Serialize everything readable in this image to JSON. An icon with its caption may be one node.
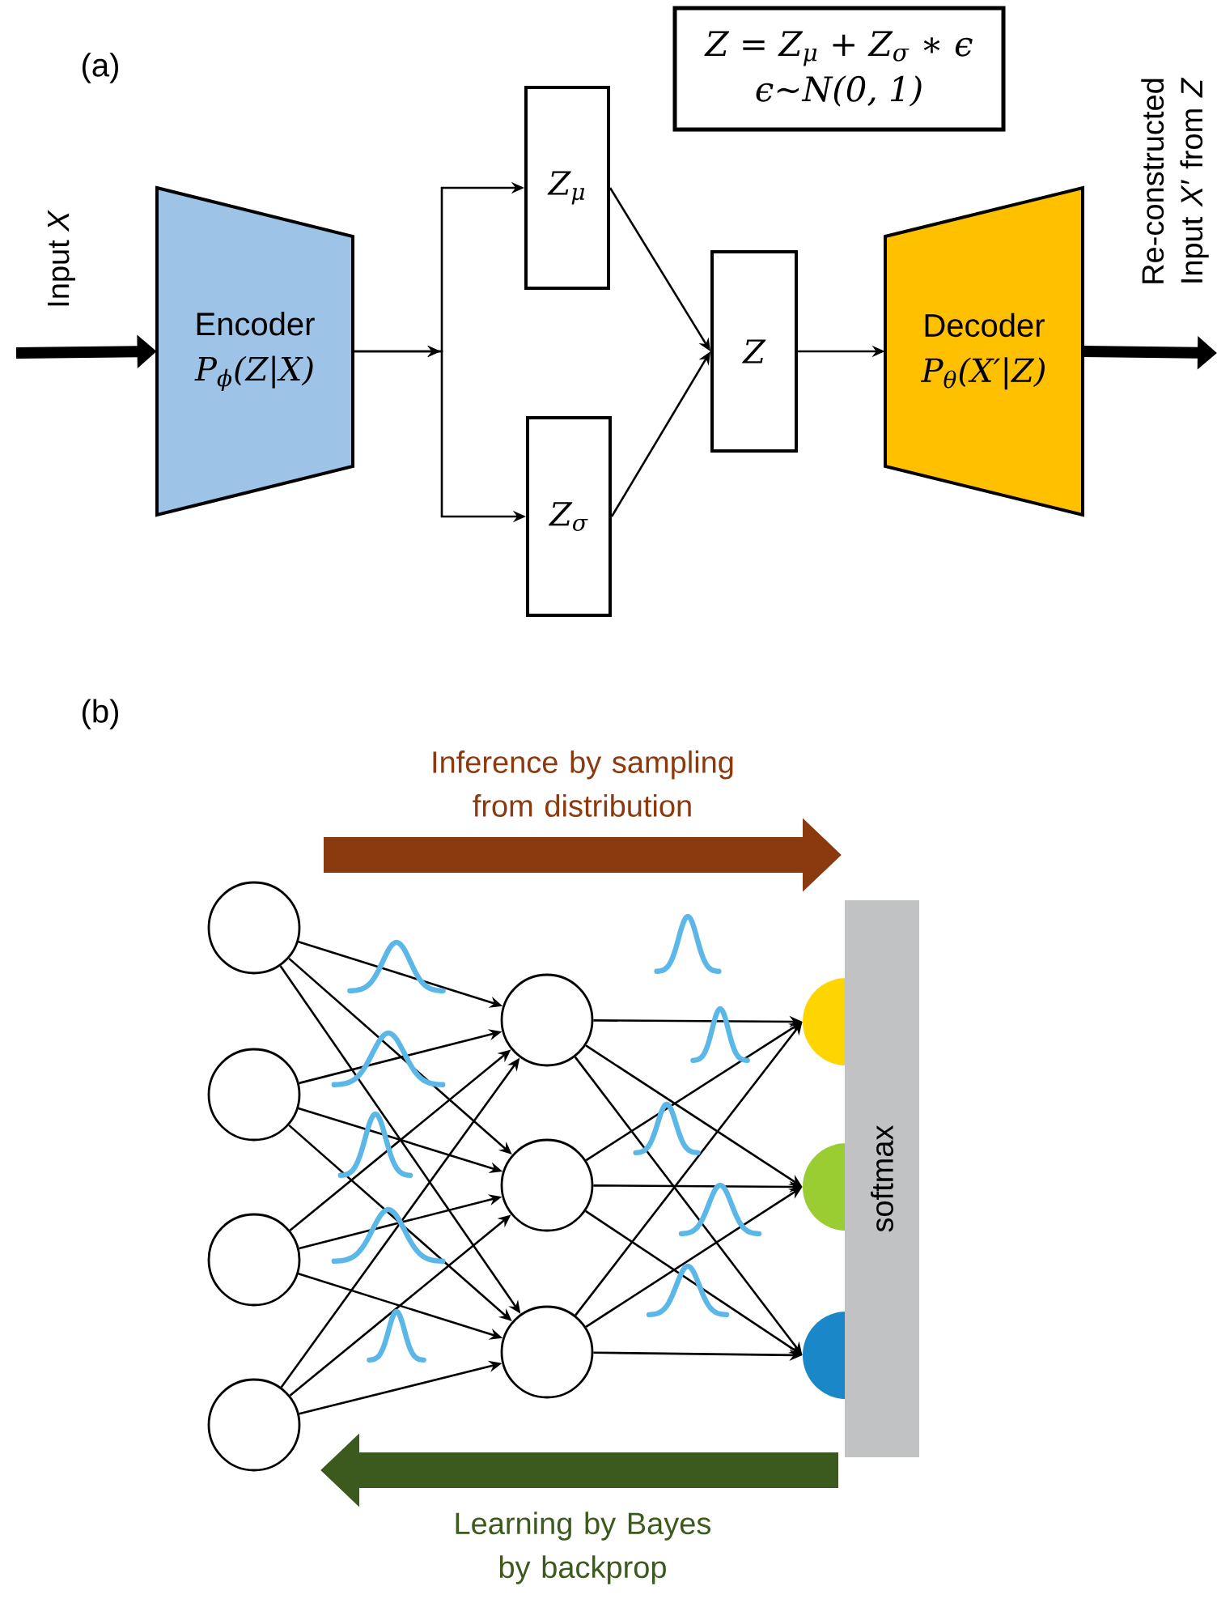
{
  "diagram": {
    "nodes": [
      {
        "text": [
          "Encoder",
          "P$_{ϕ}$(Z|X)"
        ]
      },
      {
        "text": [
          "Z$_{μ}$"
        ]
      },
      {
        "text": [
          "Z$_{σ}$"
        ]
      },
      {
        "text": [
          "Z"
        ]
      },
      {
        "text": [
          "Decoder",
          "P$_{θ}$(X′|Z)"
        ]
      },
      {
        "text": [
          "Z = Z$_{μ}$ + Z$_{σ}$ ∗ ϵ",
          "ϵ∼N(0, 1)"
        ]
      },
      {
        "text": [],
        "shape": "circle"
      },
      {
        "text": [],
        "shape": "circle"
      },
      {
        "text": [],
        "shape": "circle"
      },
      {
        "text": [],
        "shape": "circle"
      },
      {
        "text": [],
        "shape": "circle"
      },
      {
        "text": [],
        "shape": "circle"
      },
      {
        "text": [],
        "shape": "circle"
      },
      {
        "text": [],
        "shape": "circle"
      },
      {
        "text": [],
        "shape": "circle"
      },
      {
        "text": [],
        "shape": "circle"
      },
      {
        "text": [
          "softmax"
        ]
      }
    ],
    "edges": [
      {
        "from": null,
        "to": 0,
        "arrow": "to",
        "style": "thick"
      },
      {
        "from": 0,
        "to": 1,
        "arrow": "to"
      },
      {
        "from": 0,
        "to": 2,
        "arrow": "to"
      },
      {
        "from": 1,
        "to": 3,
        "arrow": "to"
      },
      {
        "from": 2,
        "to": 3,
        "arrow": "to"
      },
      {
        "from": 3,
        "to": 4,
        "arrow": "to"
      },
      {
        "from": 4,
        "to": null,
        "arrow": "to",
        "style": "thick"
      },
      {
        "from": 6,
        "to": 10,
        "arrow": "to"
      },
      {
        "from": 6,
        "to": 11,
        "arrow": "to"
      },
      {
        "from": 6,
        "to": 12,
        "arrow": "to"
      },
      {
        "from": 7,
        "to": 10,
        "arrow": "to"
      },
      {
        "from": 7,
        "to": 11,
        "arrow": "to"
      },
      {
        "from": 7,
        "to": 12,
        "arrow": "to"
      },
      {
        "from": 8,
        "to": 10,
        "arrow": "to"
      },
      {
        "from": 8,
        "to": 11,
        "arrow": "to"
      },
      {
        "from": 8,
        "to": 12,
        "arrow": "to"
      },
      {
        "from": 9,
        "to": 10,
        "arrow": "to"
      },
      {
        "from": 9,
        "to": 11,
        "arrow": "to"
      },
      {
        "from": 9,
        "to": 12,
        "arrow": "to"
      },
      {
        "from": 10,
        "to": 13,
        "arrow": "to"
      },
      {
        "from": 10,
        "to": 14,
        "arrow": "to"
      },
      {
        "from": 10,
        "to": 15,
        "arrow": "to"
      },
      {
        "from": 11,
        "to": 13,
        "arrow": "to"
      },
      {
        "from": 11,
        "to": 14,
        "arrow": "to"
      },
      {
        "from": 11,
        "to": 15,
        "arrow": "to"
      },
      {
        "from": 12,
        "to": 13,
        "arrow": "to"
      },
      {
        "from": 12,
        "to": 14,
        "arrow": "to"
      },
      {
        "from": 12,
        "to": 15,
        "arrow": "to"
      }
    ],
    "labels": [
      "(a)",
      "Input *X*",
      "Re-constructed Input *X*′ from *Z*",
      "(b)",
      "Inference by sampling from distribution",
      "Learning by Bayes by backprop"
    ]
  }
}
